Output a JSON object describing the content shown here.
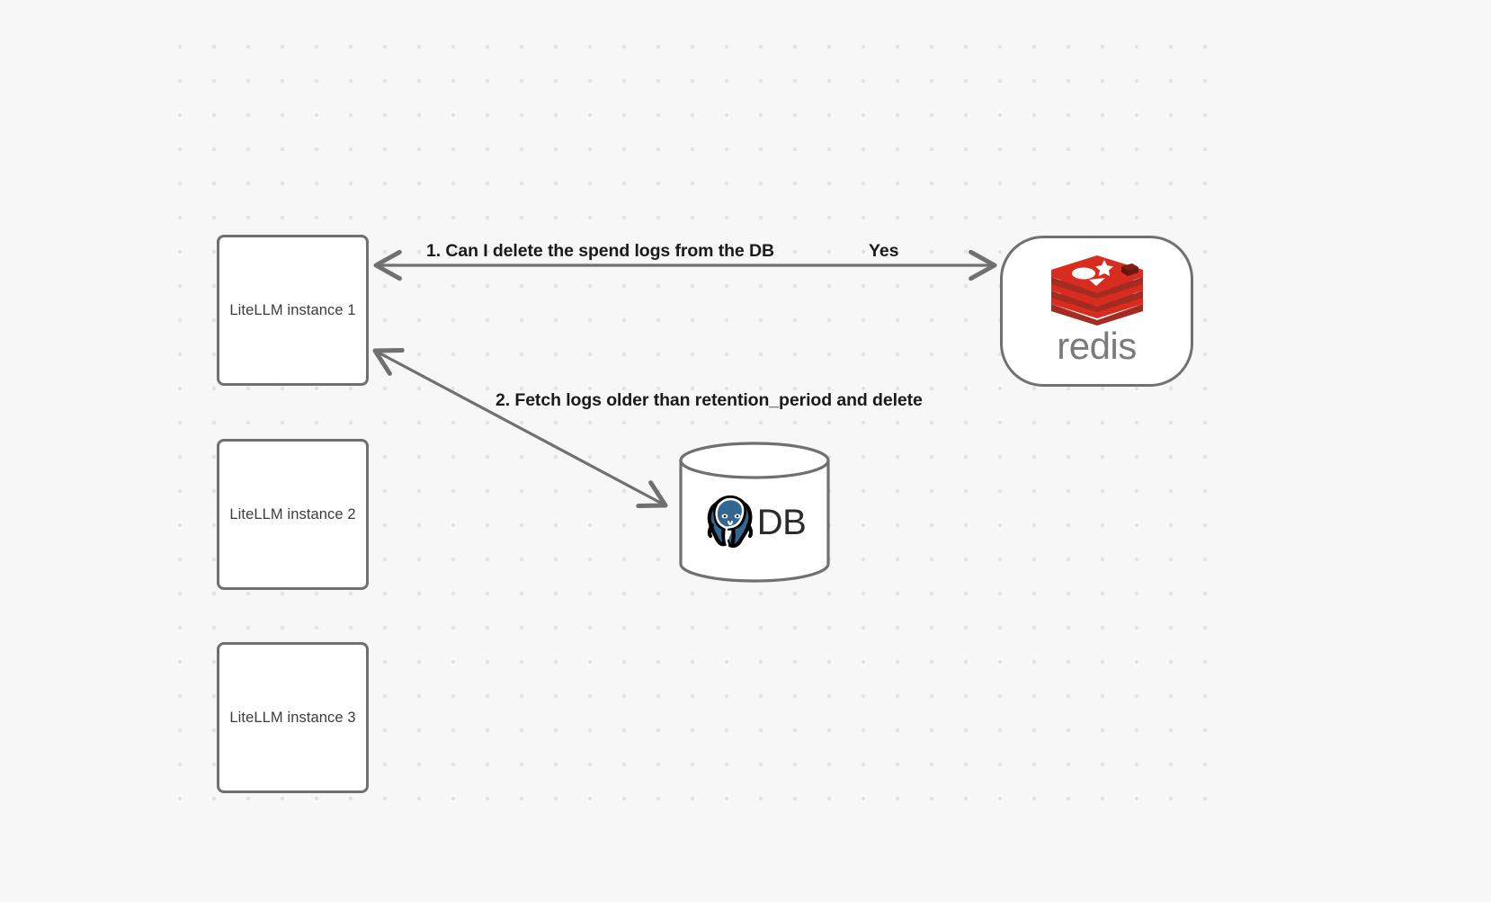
{
  "diagram": {
    "title": "LiteLLM spend log deletion flow",
    "background_color": "#f7f7f7",
    "grid": "dot-grid",
    "nodes": {
      "litellm_1": {
        "label": "LiteLLM instance 1"
      },
      "litellm_2": {
        "label": "LiteLLM instance 2"
      },
      "litellm_3": {
        "label": "LiteLLM instance 3"
      },
      "redis": {
        "label": "redis",
        "icon": "redis-logo",
        "accent_color": "#d82c20",
        "wordmark_color": "#7a7a7a"
      },
      "db": {
        "label": "DB",
        "icon": "postgresql-elephant-icon",
        "accent_color": "#336791",
        "shape": "cylinder"
      }
    },
    "edges": {
      "step_1_question": "1.  Can I delete the spend logs from the DB",
      "step_1_answer": "Yes",
      "step_2": "2.  Fetch logs older than retention_period and delete"
    },
    "stroke_color": "#707070"
  }
}
